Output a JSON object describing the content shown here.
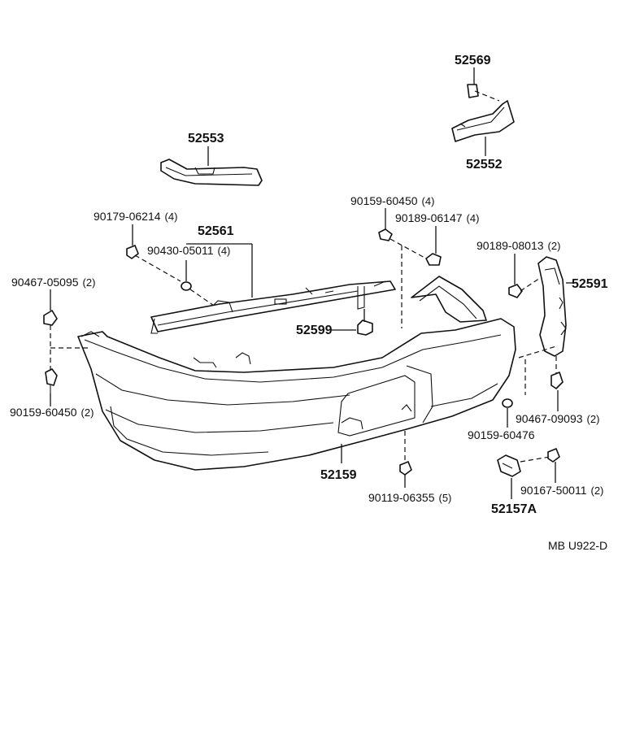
{
  "diagram": {
    "code": "MB U922-D",
    "parts": {
      "p52569": {
        "number": "52569"
      },
      "p52552": {
        "number": "52552"
      },
      "p52553": {
        "number": "52553"
      },
      "p52561": {
        "number": "52561"
      },
      "p52591": {
        "number": "52591"
      },
      "p52599": {
        "number": "52599"
      },
      "p52159": {
        "number": "52159"
      },
      "p52157A": {
        "number": "52157A"
      },
      "p90159_60450_top": {
        "number": "90159-60450",
        "qty": "(4)"
      },
      "p90189_06147": {
        "number": "90189-06147",
        "qty": "(4)"
      },
      "p90179_06214": {
        "number": "90179-06214",
        "qty": "(4)"
      },
      "p90430_05011": {
        "number": "90430-05011",
        "qty": "(4)"
      },
      "p90189_08013": {
        "number": "90189-08013",
        "qty": "(2)"
      },
      "p90467_05095": {
        "number": "90467-05095",
        "qty": "(2)"
      },
      "p90159_60450_left": {
        "number": "90159-60450",
        "qty": "(2)"
      },
      "p90467_09093": {
        "number": "90467-09093",
        "qty": "(2)"
      },
      "p90159_60476": {
        "number": "90159-60476",
        "qty": ""
      },
      "p90119_06355": {
        "number": "90119-06355",
        "qty": "(5)"
      },
      "p90167_50011": {
        "number": "90167-50011",
        "qty": "(2)"
      }
    }
  }
}
